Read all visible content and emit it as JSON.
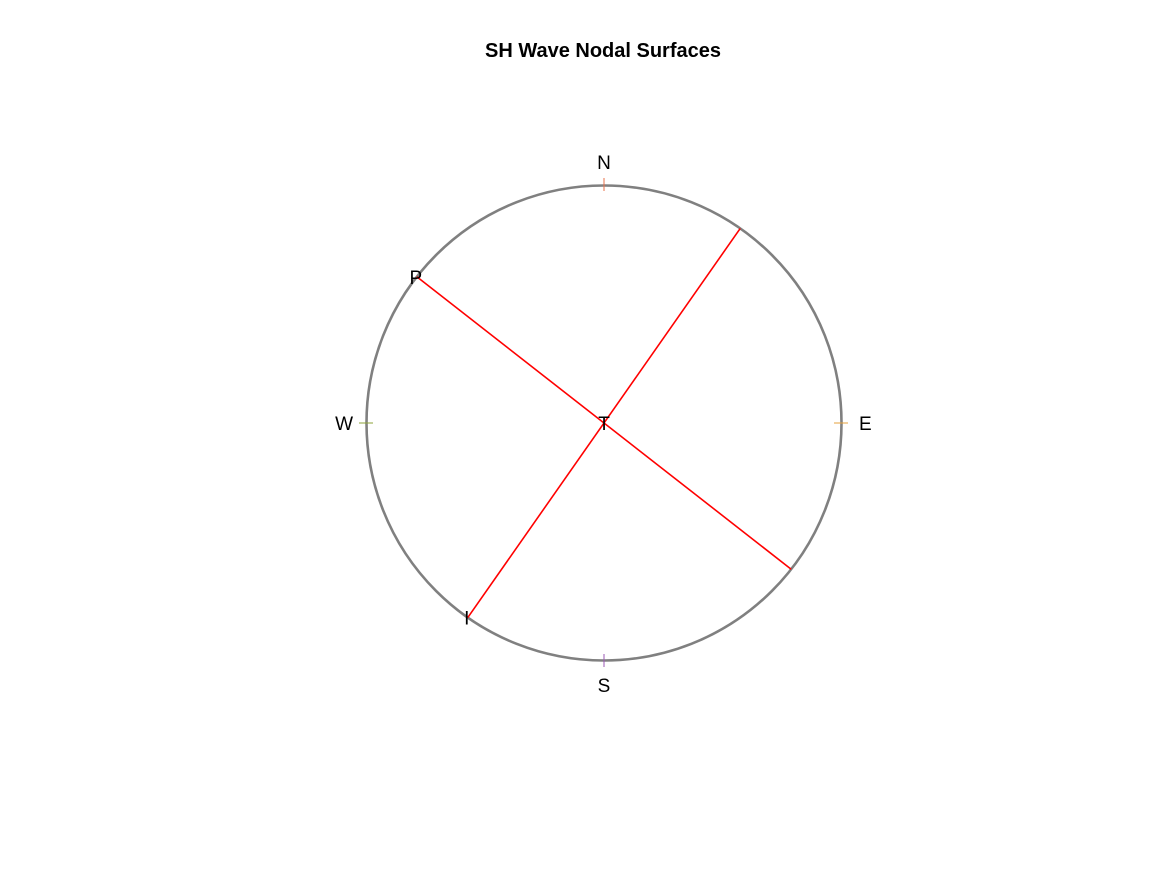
{
  "title": "SH Wave Nodal Surfaces",
  "compass": {
    "north": "N",
    "east": "E",
    "south": "S",
    "west": "W"
  },
  "tick_colors": {
    "north": "#e8704a",
    "east": "#e6a23c",
    "south": "#9b59b6",
    "west": "#8ea33a"
  },
  "circle_color": "#808080",
  "nodal_line_color": "#ff0000",
  "nodal_planes": [
    {
      "azimuth_deg": 308,
      "label": "P"
    },
    {
      "azimuth_deg": 215,
      "label": "I"
    }
  ],
  "center_label": "T"
}
